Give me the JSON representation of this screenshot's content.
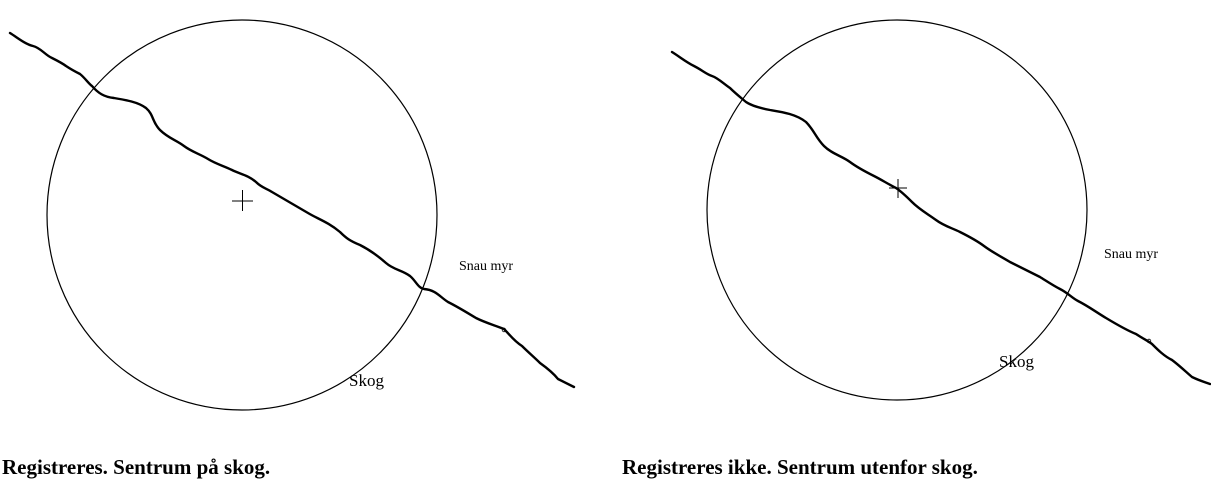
{
  "panels": [
    {
      "label_right": "Snau myr",
      "label_left": "Skog",
      "caption": "Registreres. Sentrum på skog."
    },
    {
      "label_right": "Snau myr",
      "label_left": "Skog",
      "caption": "Registreres ikke. Sentrum utenfor skog."
    }
  ]
}
